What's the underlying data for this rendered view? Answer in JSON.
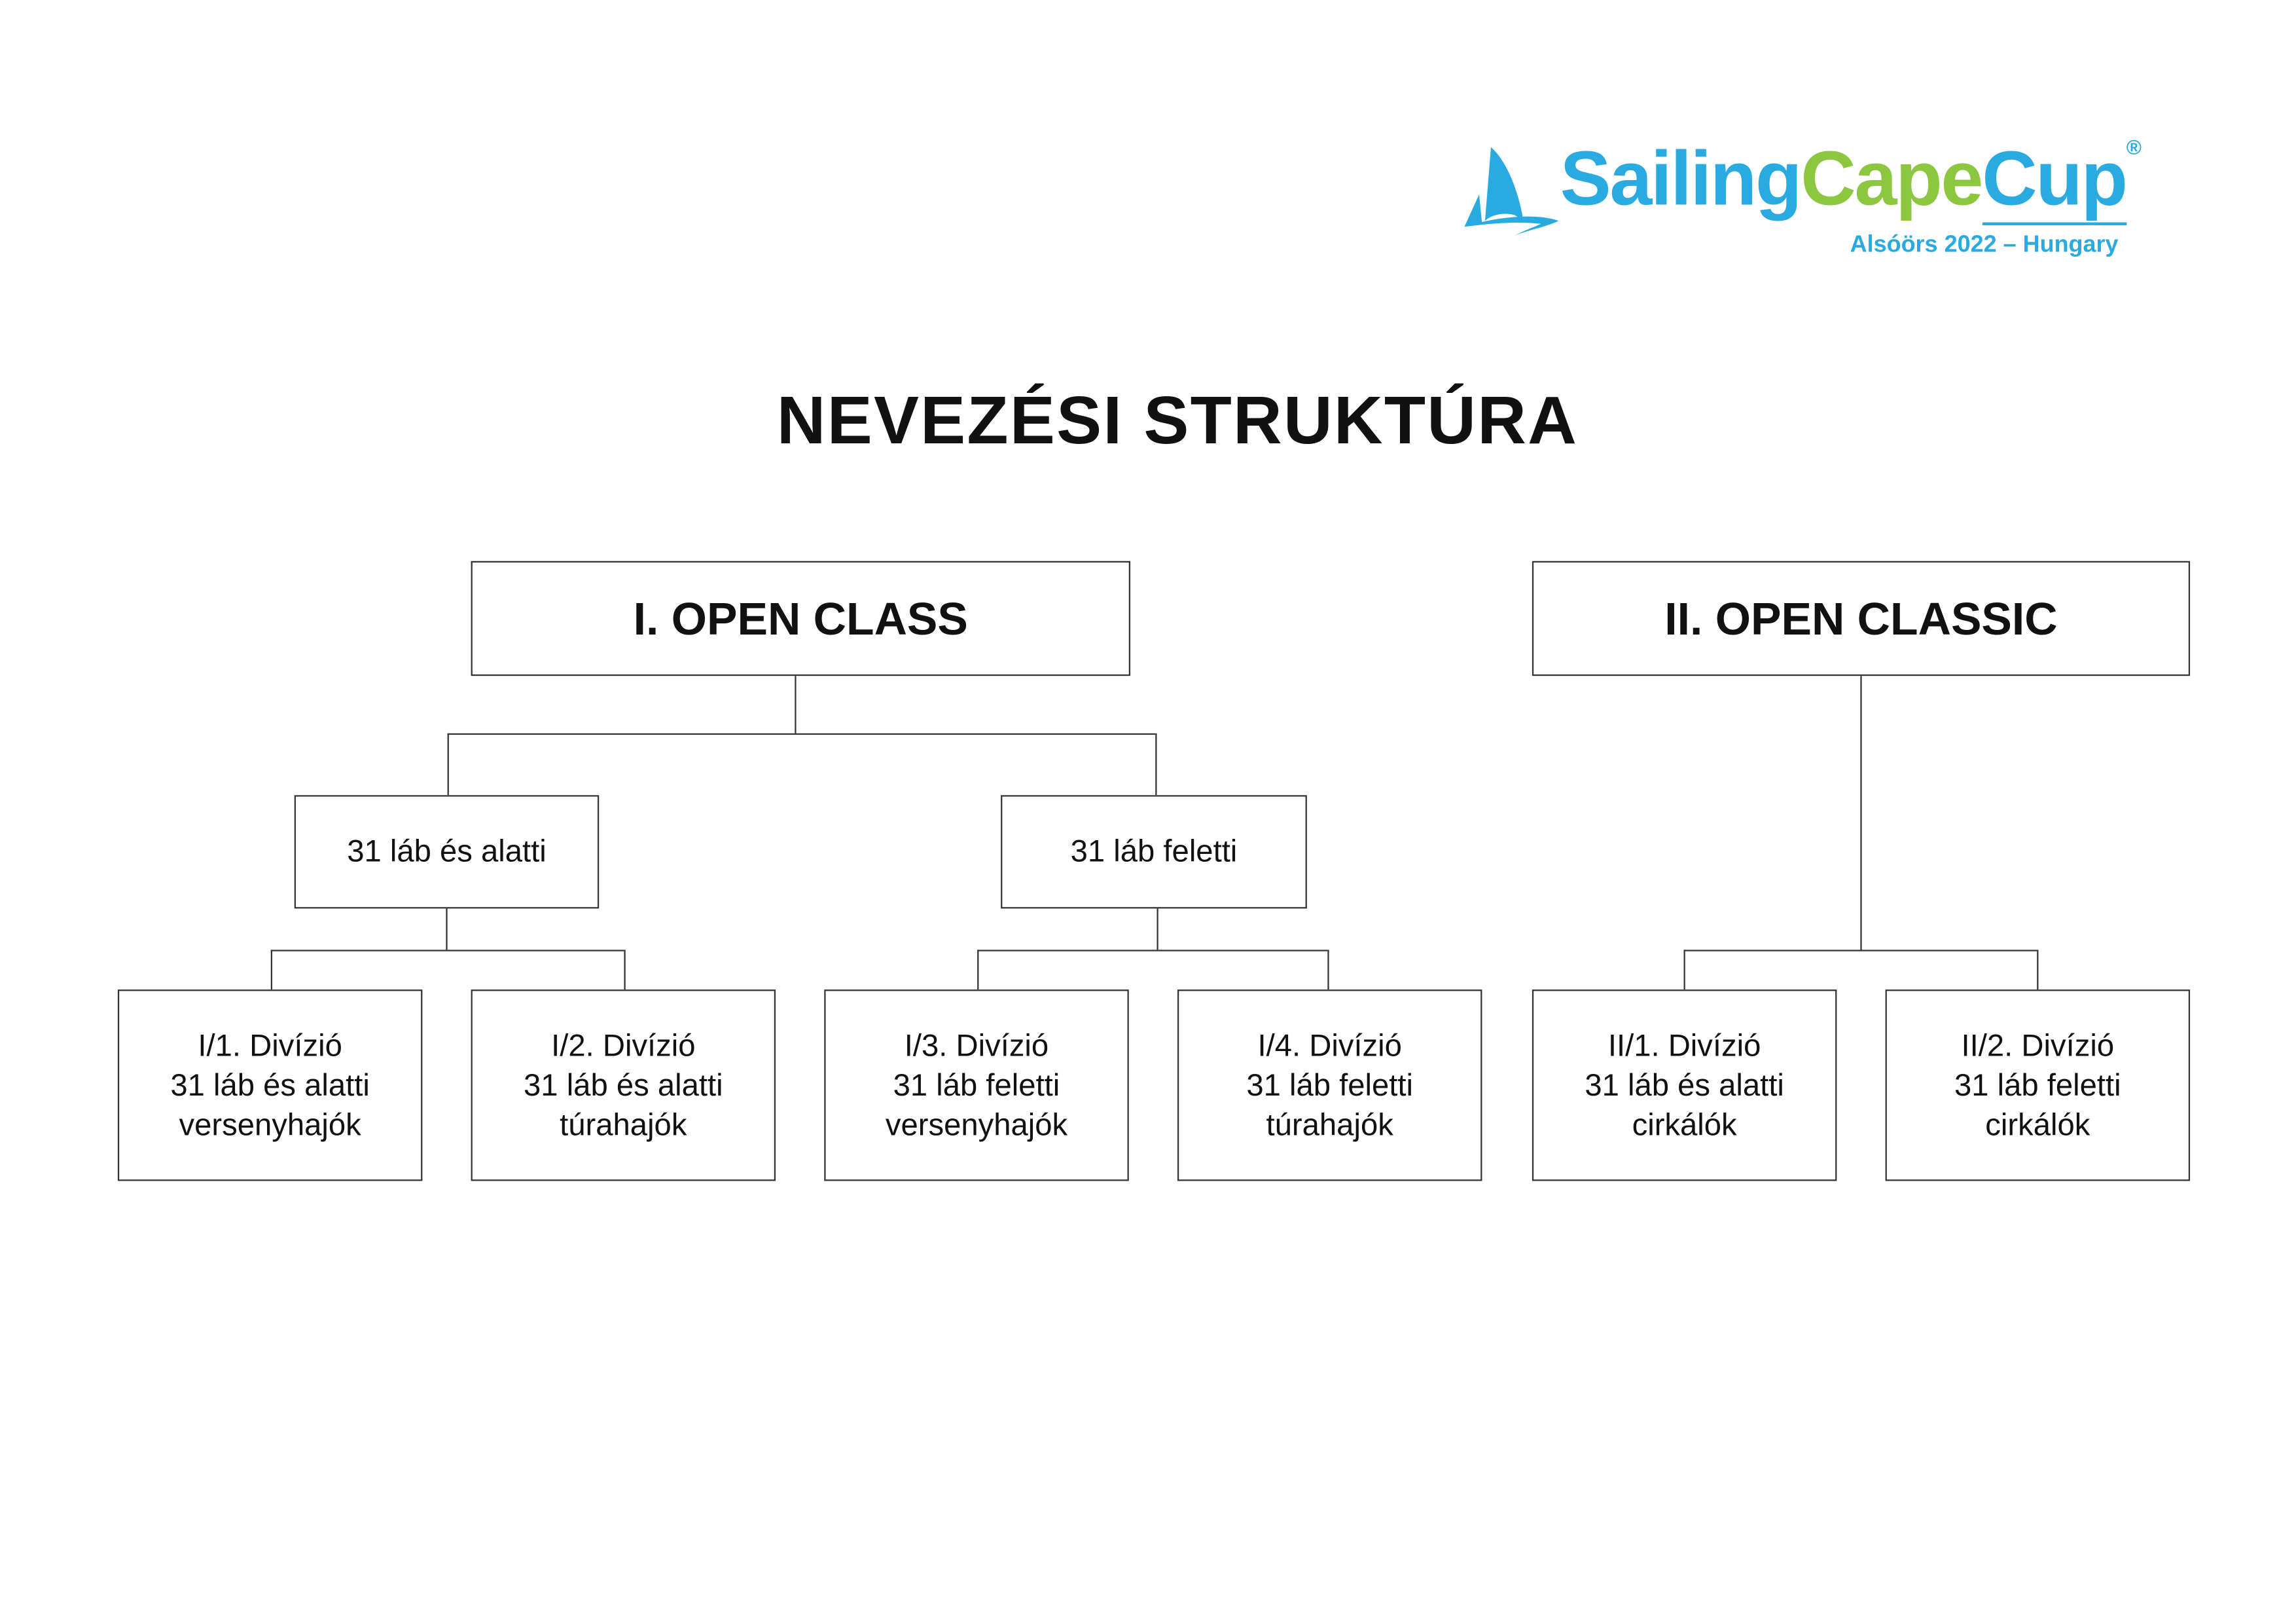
{
  "logo": {
    "part1": "Sailing",
    "part2": "Cape",
    "part3": "Cup",
    "registered": "®",
    "tagline": "Alsóörs 2022 – Hungary",
    "colors": {
      "blue": "#29abe2",
      "green": "#8dc63f"
    }
  },
  "title": "NEVEZÉSI STRUKTÚRA",
  "classes": [
    {
      "label": "I. OPEN CLASS",
      "groups": [
        {
          "label": "31 láb és alatti",
          "divisions": [
            [
              "I/1. Divízió",
              "31 láb és alatti",
              "versenyhajók"
            ],
            [
              "I/2. Divízió",
              "31 láb és alatti",
              "túrahajók"
            ]
          ]
        },
        {
          "label": "31 láb feletti",
          "divisions": [
            [
              "I/3. Divízió",
              "31 láb feletti",
              "versenyhajók"
            ],
            [
              "I/4. Divízió",
              "31 láb feletti",
              "túrahajók"
            ]
          ]
        }
      ]
    },
    {
      "label": "II. OPEN CLASSIC",
      "divisions": [
        [
          "II/1. Divízió",
          "31 láb és alatti",
          "cirkálók"
        ],
        [
          "II/2. Divízió",
          "31 láb feletti",
          "cirkálók"
        ]
      ]
    }
  ]
}
